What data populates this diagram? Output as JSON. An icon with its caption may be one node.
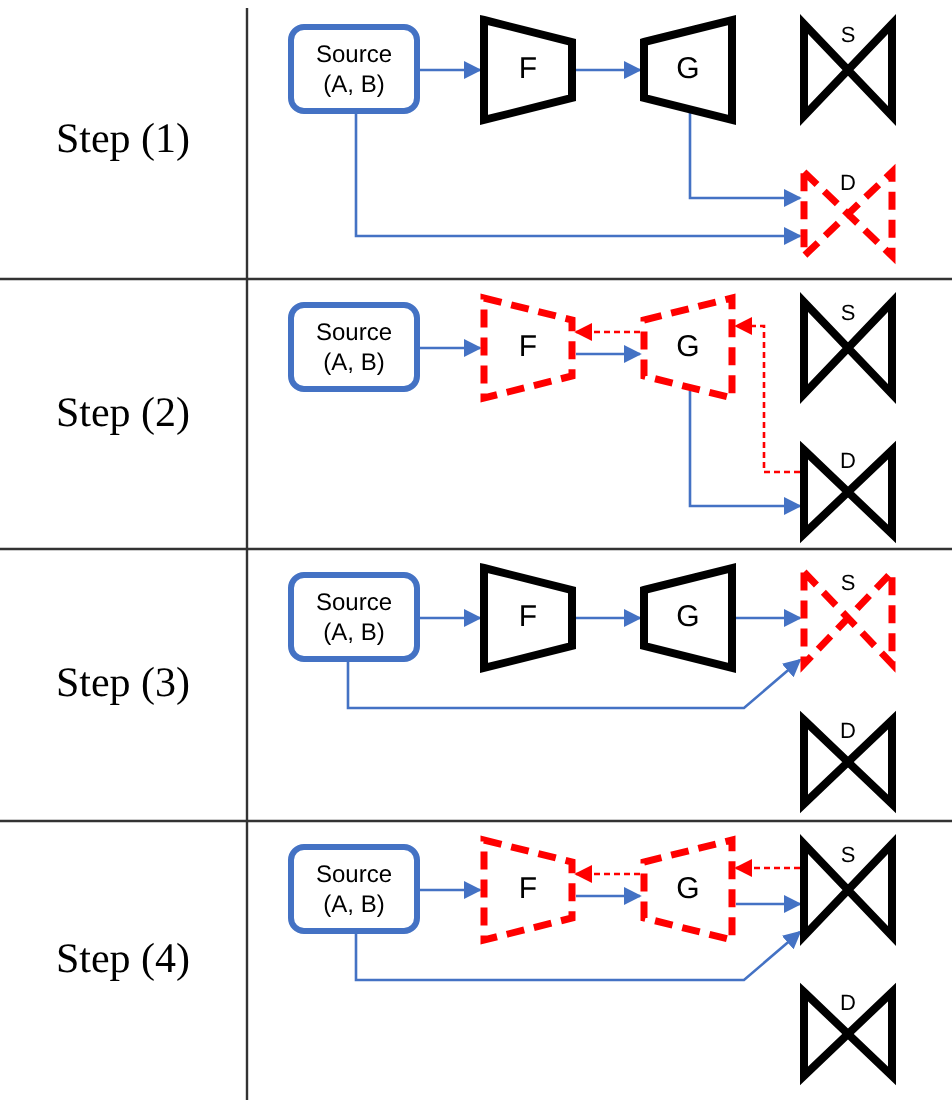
{
  "diagram": {
    "nodes": [
      {
        "text": [
          "Source (A, B)"
        ]
      },
      {
        "text": [
          "F"
        ]
      },
      {
        "text": [
          "G"
        ]
      },
      {
        "text": [
          "S"
        ]
      },
      {
        "text": [
          "D"
        ]
      },
      {
        "text": [
          "Source (A, B)"
        ]
      },
      {
        "text": [
          "F"
        ]
      },
      {
        "text": [
          "G"
        ]
      },
      {
        "text": [
          "S"
        ]
      },
      {
        "text": [
          "D"
        ]
      },
      {
        "text": [
          "Source (A, B)"
        ]
      },
      {
        "text": [
          "F"
        ]
      },
      {
        "text": [
          "G"
        ]
      },
      {
        "text": [
          "S"
        ]
      },
      {
        "text": [
          "D"
        ]
      },
      {
        "text": [
          "Source (A, B)"
        ]
      },
      {
        "text": [
          "F"
        ]
      },
      {
        "text": [
          "G"
        ]
      },
      {
        "text": [
          "S"
        ]
      },
      {
        "text": [
          "D"
        ]
      }
    ],
    "edges": [
      {
        "from": 0,
        "to": 1,
        "arrow": "to"
      },
      {
        "from": 1,
        "to": 2,
        "arrow": "to"
      },
      {
        "from": 2,
        "to": 4,
        "arrow": "to"
      },
      {
        "from": 0,
        "to": 4,
        "arrow": "to"
      },
      {
        "from": 5,
        "to": 6,
        "arrow": "to"
      },
      {
        "from": 6,
        "to": 7,
        "arrow": "to"
      },
      {
        "from": 7,
        "to": 6,
        "arrow": "to",
        "style": "dashed",
        "color": "#ff0000"
      },
      {
        "from": 7,
        "to": 9,
        "arrow": "to"
      },
      {
        "from": 9,
        "to": 7,
        "arrow": "to",
        "style": "dashed",
        "color": "#ff0000"
      },
      {
        "from": 10,
        "to": 11,
        "arrow": "to"
      },
      {
        "from": 11,
        "to": 12,
        "arrow": "to"
      },
      {
        "from": 12,
        "to": 13,
        "arrow": "to"
      },
      {
        "from": 10,
        "to": 13,
        "arrow": "to"
      },
      {
        "from": 15,
        "to": 16,
        "arrow": "to"
      },
      {
        "from": 16,
        "to": 17,
        "arrow": "to"
      },
      {
        "from": 17,
        "to": 16,
        "arrow": "to",
        "style": "dashed",
        "color": "#ff0000"
      },
      {
        "from": 18,
        "to": 17,
        "arrow": "to",
        "style": "dashed",
        "color": "#ff0000"
      },
      {
        "from": 17,
        "to": 18,
        "arrow": "to"
      },
      {
        "from": 15,
        "to": 18,
        "arrow": "to"
      }
    ],
    "labels": [
      "Step (1)",
      "Step (2)",
      "Step (3)",
      "Step (4)"
    ]
  }
}
